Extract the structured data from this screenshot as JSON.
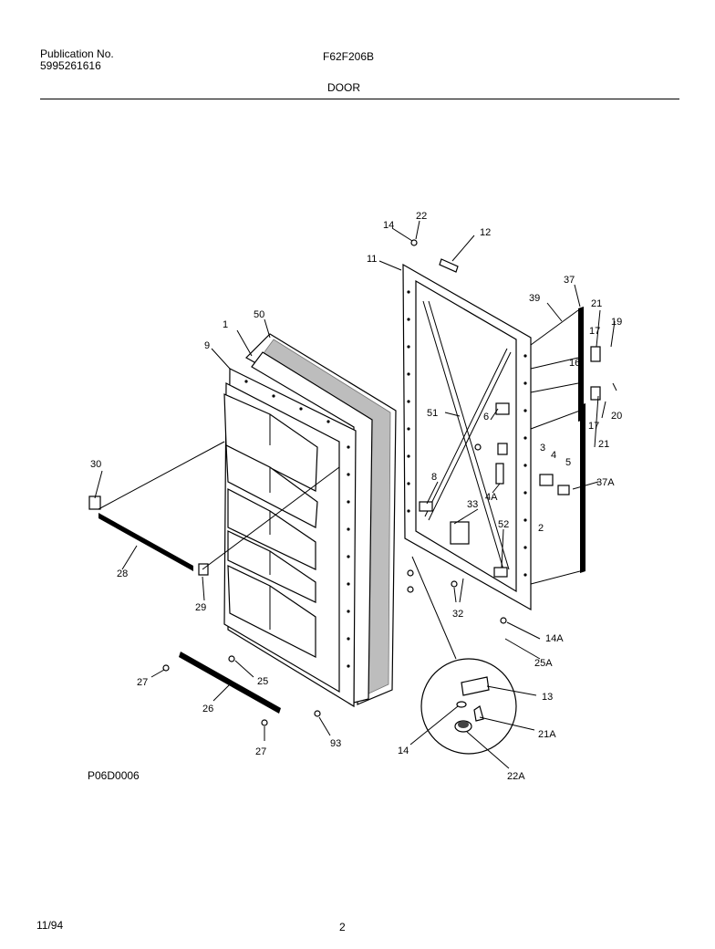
{
  "header": {
    "publication_label": "Publication No.",
    "publication_number": "5995261616",
    "model": "F62F206B",
    "section": "DOOR"
  },
  "footer": {
    "diagram_code": "P06D0006",
    "date": "11/94",
    "page": "2"
  },
  "callouts": [
    "1",
    "2",
    "3",
    "4",
    "4A",
    "5",
    "6",
    "8",
    "9",
    "11",
    "12",
    "13",
    "14",
    "14",
    "14A",
    "16",
    "17",
    "17",
    "19",
    "20",
    "21",
    "21",
    "21A",
    "22",
    "22A",
    "25",
    "25A",
    "26",
    "27",
    "27",
    "28",
    "29",
    "30",
    "32",
    "33",
    "37",
    "37A",
    "39",
    "50",
    "51",
    "52",
    "93"
  ]
}
